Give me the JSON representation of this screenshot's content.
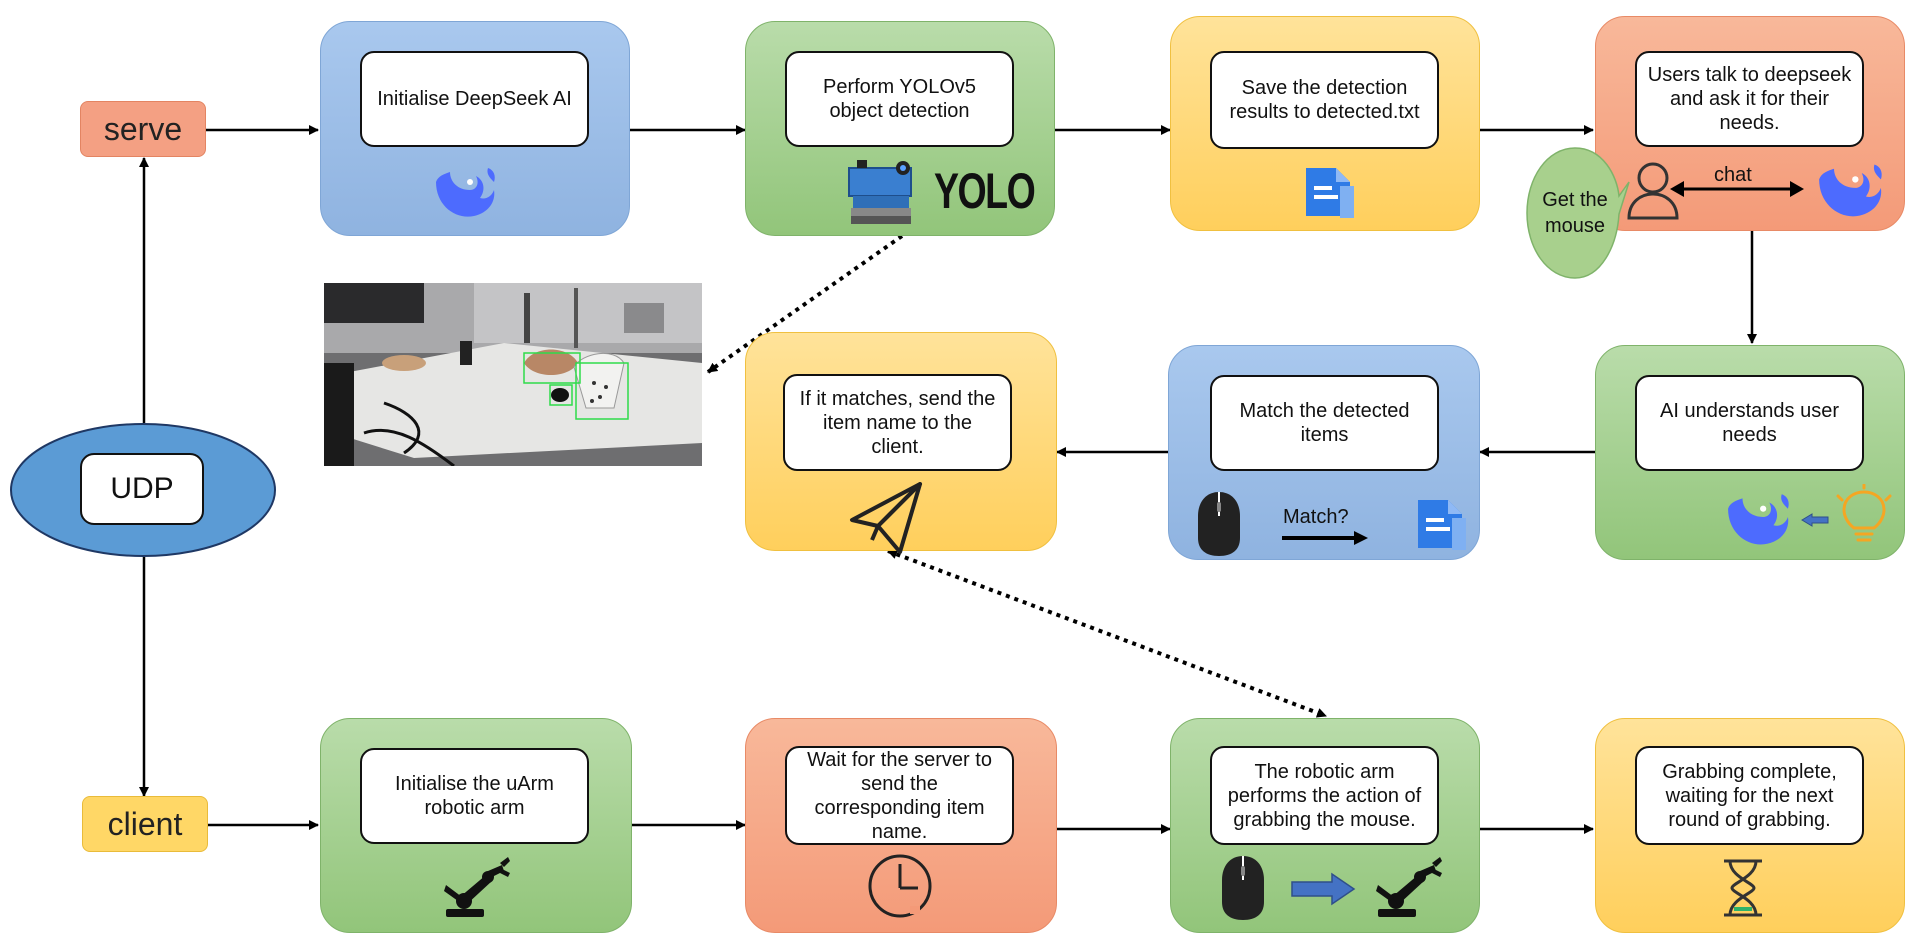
{
  "roles": {
    "serve": "serve",
    "client": "client",
    "udp": "UDP"
  },
  "server_steps": {
    "init_deepseek": "Initialise DeepSeek AI",
    "yolo_detect": "Perform YOLOv5 object detection",
    "save_results": "Save the detection results to detected.txt",
    "user_talk": "Users talk to deepseek and ask it for their needs.",
    "ai_understands": "AI understands user needs",
    "match_items": "Match the detected items",
    "send_name": "If it matches, send the item name to the client."
  },
  "client_steps": {
    "init_uarm": "Initialise the uArm robotic arm",
    "wait_server": "Wait for the server to send the corresponding item name.",
    "grab": "The robotic arm performs the action of grabbing the mouse.",
    "complete": "Grabbing complete, waiting for the next round of grabbing."
  },
  "annotations": {
    "yolo_logo": "YOLO",
    "chat": "chat",
    "get_mouse": "Get the mouse",
    "match_question": "Match?"
  },
  "colors": {
    "blue": "#8fb3e0",
    "green": "#92c57a",
    "yellow": "#ffcf5c",
    "salmon": "#f49a78",
    "udp_ellipse": "#5b9bd5",
    "deepseek": "#4d6bfe"
  },
  "icons": [
    "deepseek-whale-icon",
    "camera-board-icon",
    "document-icon",
    "user-icon",
    "lightbulb-icon",
    "mouse-icon",
    "paper-plane-icon",
    "robotic-arm-icon",
    "clock-icon",
    "hourglass-icon",
    "right-arrow-icon"
  ]
}
